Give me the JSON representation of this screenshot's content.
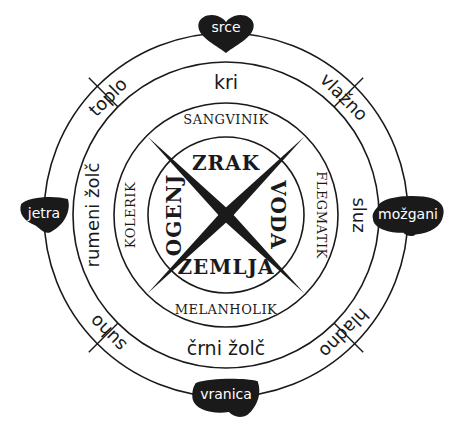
{
  "diagram": {
    "nodes": [
      {
        "text": [
          "srce"
        ]
      },
      {
        "text": [
          "jetra"
        ]
      },
      {
        "text": [
          "možgani"
        ]
      },
      {
        "text": [
          "vranica"
        ]
      }
    ],
    "labels": [
      "kri",
      "vlažno",
      "toplo",
      "SANGVINIK",
      "ZRAK",
      "rumeni žolč",
      "KOLERIK",
      "OGENJ",
      "VODA",
      "FLEGMATIK",
      "sluz",
      "ZEMLJA",
      "MELANHOLIK",
      "črni žolč",
      "suho",
      "hladno"
    ]
  }
}
